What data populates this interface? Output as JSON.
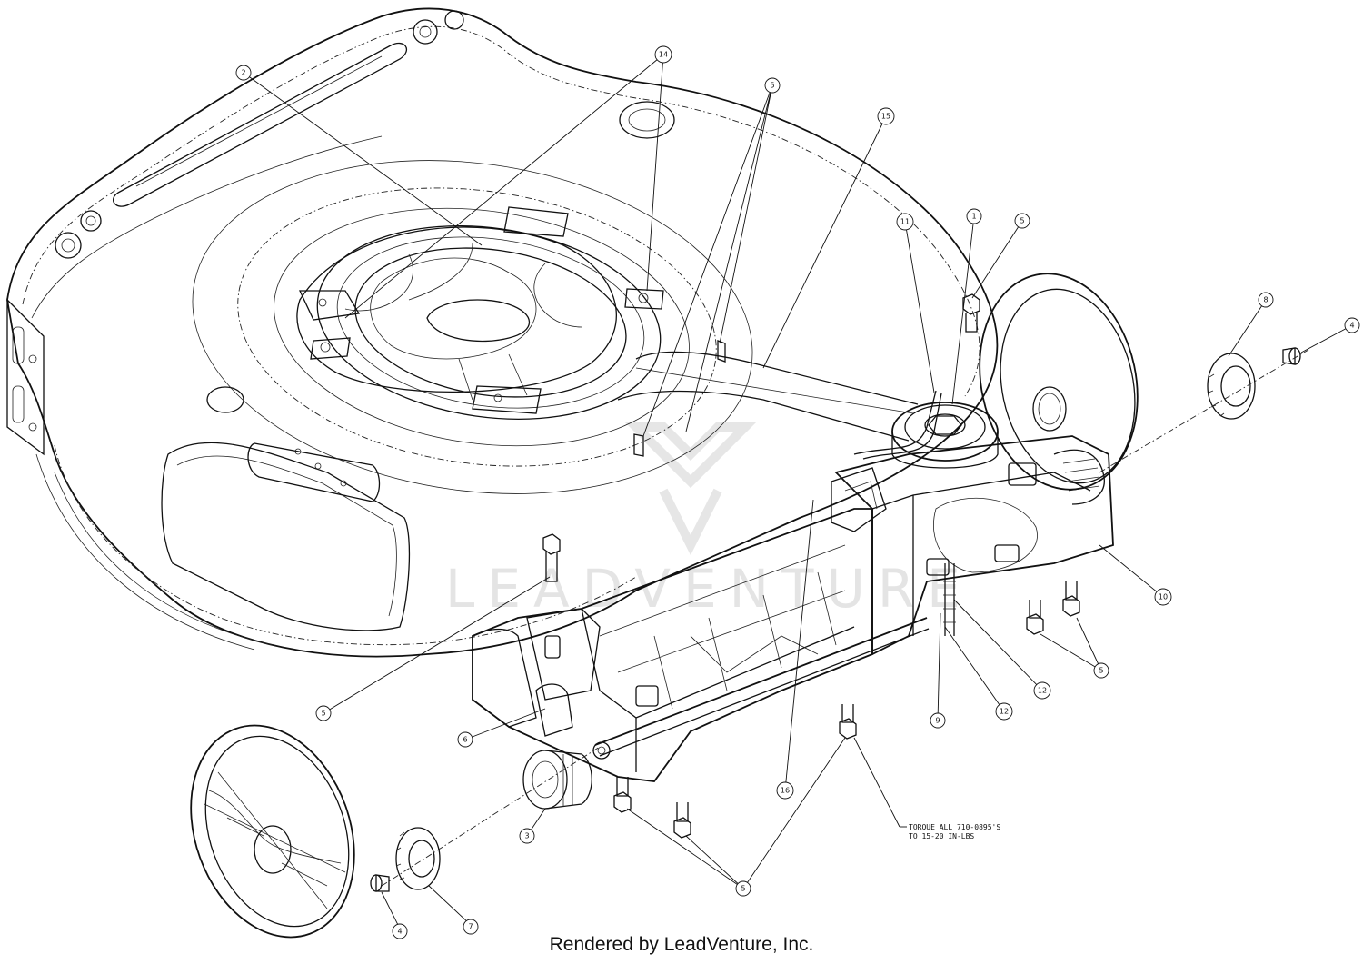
{
  "callouts": [
    {
      "label": "2"
    },
    {
      "label": "14"
    },
    {
      "label": "5"
    },
    {
      "label": "15"
    },
    {
      "label": "1"
    },
    {
      "label": "11"
    },
    {
      "label": "5"
    },
    {
      "label": "8"
    },
    {
      "label": "4"
    },
    {
      "label": "10"
    },
    {
      "label": "5"
    },
    {
      "label": "12"
    },
    {
      "label": "12"
    },
    {
      "label": "9"
    },
    {
      "label": "5"
    },
    {
      "label": "6"
    },
    {
      "label": "16"
    },
    {
      "label": "3"
    },
    {
      "label": "5"
    },
    {
      "label": "4"
    },
    {
      "label": "7"
    }
  ],
  "torque_note": {
    "line1": "TORQUE ALL 710-0895'S",
    "line2": "TO 15-20 IN-LBS"
  },
  "watermark": "LEADVENTURE",
  "footer": "Rendered by LeadVenture, Inc."
}
